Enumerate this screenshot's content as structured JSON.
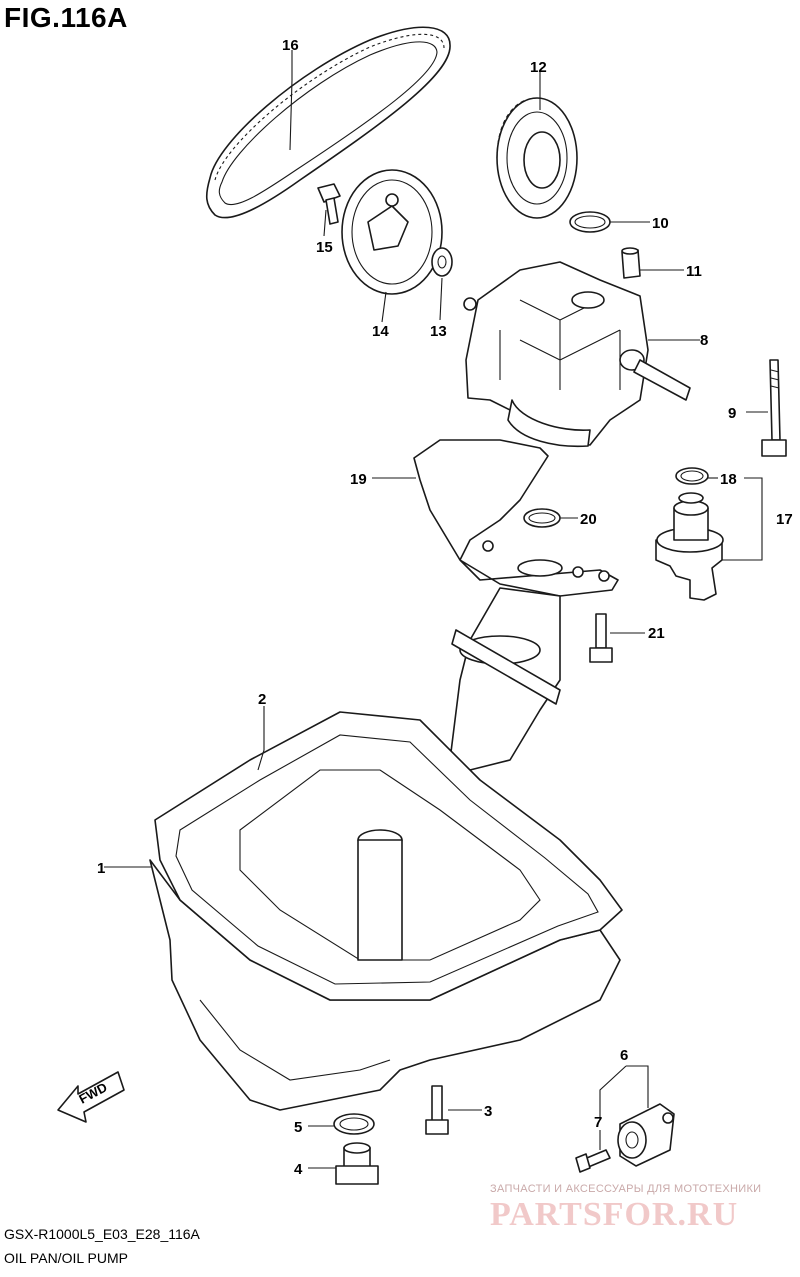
{
  "figure_title": "FIG.116A",
  "model_code": "GSX-R1000L5_E03_E28_116A",
  "section_title": "OIL PAN/OIL PUMP",
  "fwd_label": "FWD",
  "watermark": {
    "line": "ЗАПЧАСТИ И АКСЕССУАРЫ ДЛЯ МОТОТЕХНИКИ",
    "logo": "PARTSFOR.RU"
  },
  "callouts": [
    "1",
    "2",
    "3",
    "4",
    "5",
    "6",
    "7",
    "8",
    "9",
    "10",
    "11",
    "12",
    "13",
    "14",
    "15",
    "16",
    "17",
    "18",
    "19",
    "20",
    "21"
  ]
}
